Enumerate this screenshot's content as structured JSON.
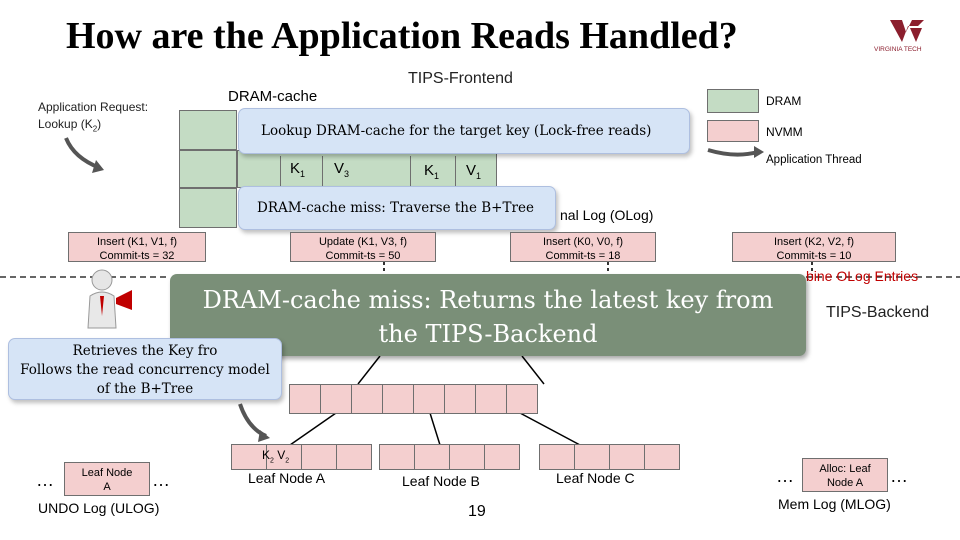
{
  "slide": {
    "title": "How are the Application Reads Handled?",
    "logo_text": "VIRGINIA TECH",
    "page_number": "19"
  },
  "frontend": {
    "label": "TIPS-Frontend",
    "dram_cache_label": "DRAM-cache",
    "app_request_line1": "Application Request:",
    "app_request_line2": "Lookup (K",
    "app_request_sub": "2",
    "app_request_end": ")",
    "cache_entries": [
      {
        "k": "K",
        "ks": "1",
        "v": "V",
        "vs": "3"
      },
      {
        "k": "K",
        "ks": "1",
        "v": "V",
        "vs": "1"
      }
    ]
  },
  "legend": {
    "dram": "DRAM",
    "nvmm": "NVMM",
    "app_thread": "Application Thread"
  },
  "callouts": {
    "lookup": "Lookup DRAM-cache for the target key (Lock-free reads)",
    "miss_traverse": "DRAM-cache miss: Traverse the B+Tree",
    "retrieves_line1": "Retrieves the Key fro",
    "retrieves_line2": "Follows the read concurrency model",
    "retrieves_line3": "of the B+Tree"
  },
  "olog": {
    "label_partial": "nal Log (OLog)",
    "combine_partial": "bine OLog Entries",
    "entries": [
      {
        "op": "Insert (K1, V1, f)",
        "ts": "Commit-ts = 32"
      },
      {
        "op": "Update (K1, V3, f)",
        "ts": "Commit-ts = 50"
      },
      {
        "op": "Insert (K0, V0, f)",
        "ts": "Commit-ts = 18"
      },
      {
        "op": "Insert (K2, V2, f)",
        "ts": "Commit-ts = 10"
      }
    ]
  },
  "banner": {
    "line1": "DRAM-cache miss: Returns the latest key from",
    "line2": "the TIPS-Backend"
  },
  "backend": {
    "label": "TIPS-Backend",
    "leaf_key": "K",
    "leaf_key_sub": "2",
    "leaf_val": "V",
    "leaf_val_sub": "2",
    "leaf_a": "Leaf Node A",
    "leaf_b": "Leaf Node B",
    "leaf_c": "Leaf Node C"
  },
  "ulog": {
    "node_line1": "Leaf Node",
    "node_line2": "A",
    "ellipsis": "…",
    "label": "UNDO Log (ULOG)"
  },
  "mlog": {
    "node_line1": "Alloc: Leaf",
    "node_line2": "Node A",
    "ellipsis": "…",
    "label": "Mem Log (MLOG)"
  }
}
